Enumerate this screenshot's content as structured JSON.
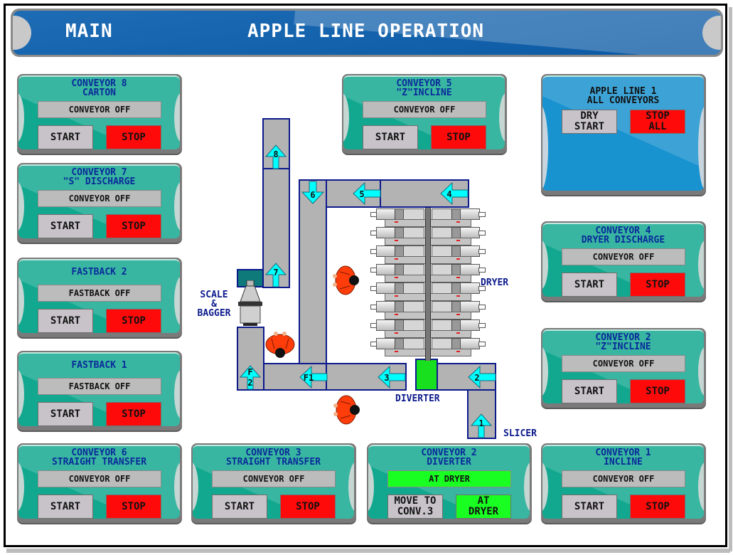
{
  "header": {
    "main_label": "MAIN",
    "title": "APPLE LINE OPERATION"
  },
  "colors": {
    "header_blue": "#1563ad",
    "panel_teal": "#12a88f",
    "panel_blue": "#1992d0",
    "status_gray": "#bcbcbc",
    "start_gray": "#c7c3c9",
    "stop_red": "#ff0a0a",
    "active_green": "#19ff22",
    "label_navy": "#0c1a8c",
    "arrow_cyan": "#00ffff"
  },
  "panels": {
    "conveyor8": {
      "title": "CONVEYOR 8\nCARTON",
      "status": "CONVEYOR OFF",
      "start": "START",
      "stop": "STOP"
    },
    "conveyor7": {
      "title": "CONVEYOR 7\n\"S\" DISCHARGE",
      "status": "CONVEYOR OFF",
      "start": "START",
      "stop": "STOP"
    },
    "fastback2": {
      "title": "FASTBACK 2",
      "status": "FASTBACK OFF",
      "start": "START",
      "stop": "STOP"
    },
    "fastback1": {
      "title": "FASTBACK 1",
      "status": "FASTBACK OFF",
      "start": "START",
      "stop": "STOP"
    },
    "conveyor6": {
      "title": "CONVEYOR 6\nSTRAIGHT TRANSFER",
      "status": "CONVEYOR OFF",
      "start": "START",
      "stop": "STOP"
    },
    "conveyor3": {
      "title": "CONVEYOR 3\nSTRAIGHT TRANSFER",
      "status": "CONVEYOR OFF",
      "start": "START",
      "stop": "STOP"
    },
    "conveyor2_diverter": {
      "title": "CONVEYOR 2\nDIVERTER",
      "status": "AT DRYER",
      "move": "MOVE TO\nCONV.3",
      "at_dryer": "AT\nDRYER"
    },
    "conveyor1": {
      "title": "CONVEYOR 1\nINCLINE",
      "status": "CONVEYOR OFF",
      "start": "START",
      "stop": "STOP"
    },
    "conveyor5": {
      "title": "CONVEYOR 5\n\"Z\"INCLINE",
      "status": "CONVEYOR OFF",
      "start": "START",
      "stop": "STOP"
    },
    "conveyor4": {
      "title": "CONVEYOR 4\nDRYER DISCHARGE",
      "status": "CONVEYOR OFF",
      "start": "START",
      "stop": "STOP"
    },
    "conveyor2_incline": {
      "title": "CONVEYOR 2\n\"Z\"INCLINE",
      "status": "CONVEYOR OFF",
      "start": "START",
      "stop": "STOP"
    },
    "all_conveyors": {
      "title": "APPLE LINE 1\nALL CONVEYORS",
      "dry_start": "DRY\nSTART",
      "stop_all": "STOP\nALL"
    }
  },
  "diagram": {
    "labels": {
      "scale_bagger": "SCALE\n&\nBAGGER",
      "dryer": "DRYER",
      "diverter": "DIVERTER",
      "slicer": "SLICER"
    },
    "arrows": [
      "8",
      "7",
      "6",
      "5",
      "4",
      "F1",
      "F2",
      "3",
      "2",
      "1"
    ]
  }
}
